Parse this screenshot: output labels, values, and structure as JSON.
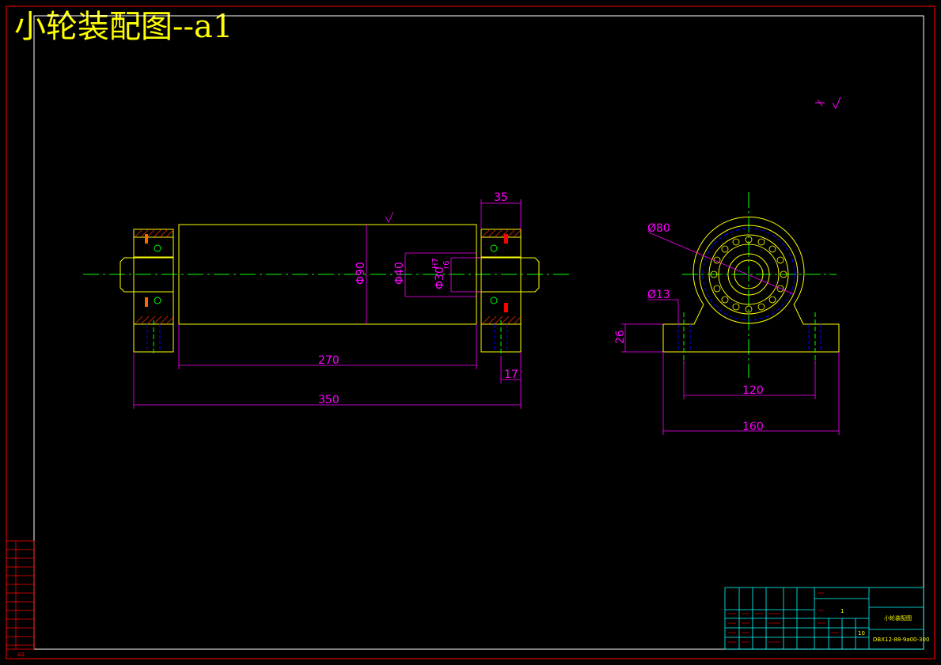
{
  "title": "小轮装配图--a1",
  "colors": {
    "background": "#000000",
    "frame": "#ff0000",
    "part_outline": "#ffff00",
    "center_line": "#00ff00",
    "dimension": "#ff00ff",
    "hidden_line": "#0000ff",
    "titleblock_grid": "#00ffff"
  },
  "front_view": {
    "dimensions": {
      "width_35": "35",
      "diameter_90": "Φ90",
      "diameter_40": "Φ40",
      "diameter_30": "Φ30",
      "fit_h7": "H7",
      "fit_r6": "r6",
      "length_270": "270",
      "length_17": "17",
      "length_350": "350"
    }
  },
  "side_view": {
    "dimensions": {
      "diameter_80": "Ø80",
      "diameter_13": "Ø13",
      "height_26": "26",
      "spacing_120": "120",
      "width_160": "160"
    }
  },
  "title_block": {
    "drawing_name": "小轮装配图",
    "drawing_number": "DBX12-88-9a00-300",
    "scale_value": "1",
    "sheet_count": "10",
    "sheet_size": "A1"
  }
}
